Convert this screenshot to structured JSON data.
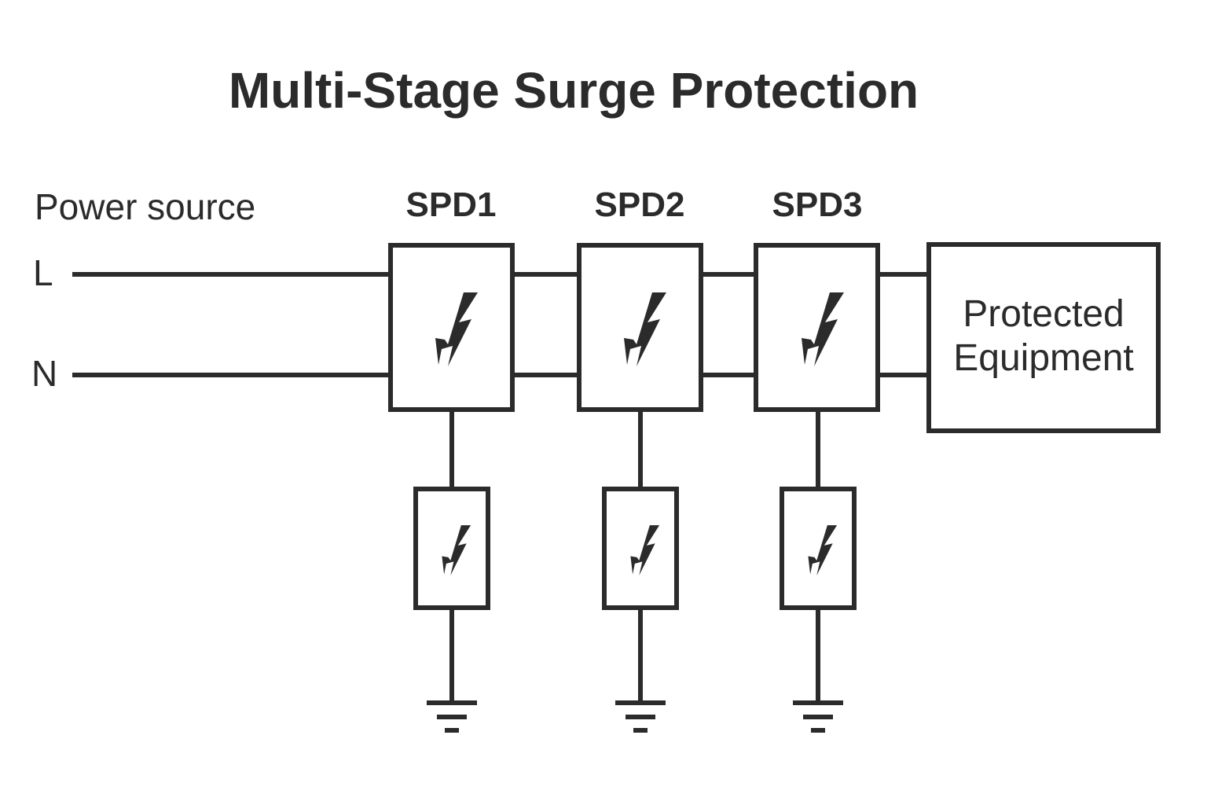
{
  "title": "Multi-Stage Surge Protection",
  "source": {
    "label": "Power source",
    "line": "L",
    "neutral": "N"
  },
  "stages": [
    {
      "label": "SPD1"
    },
    {
      "label": "SPD2"
    },
    {
      "label": "SPD3"
    }
  ],
  "equipment": {
    "line1": "Protected",
    "line2": "Equipment"
  },
  "icons": {
    "surge": "lightning-arrow-icon",
    "ground": "ground-icon"
  },
  "colors": {
    "stroke": "#2b2b2b",
    "background": "#ffffff"
  }
}
